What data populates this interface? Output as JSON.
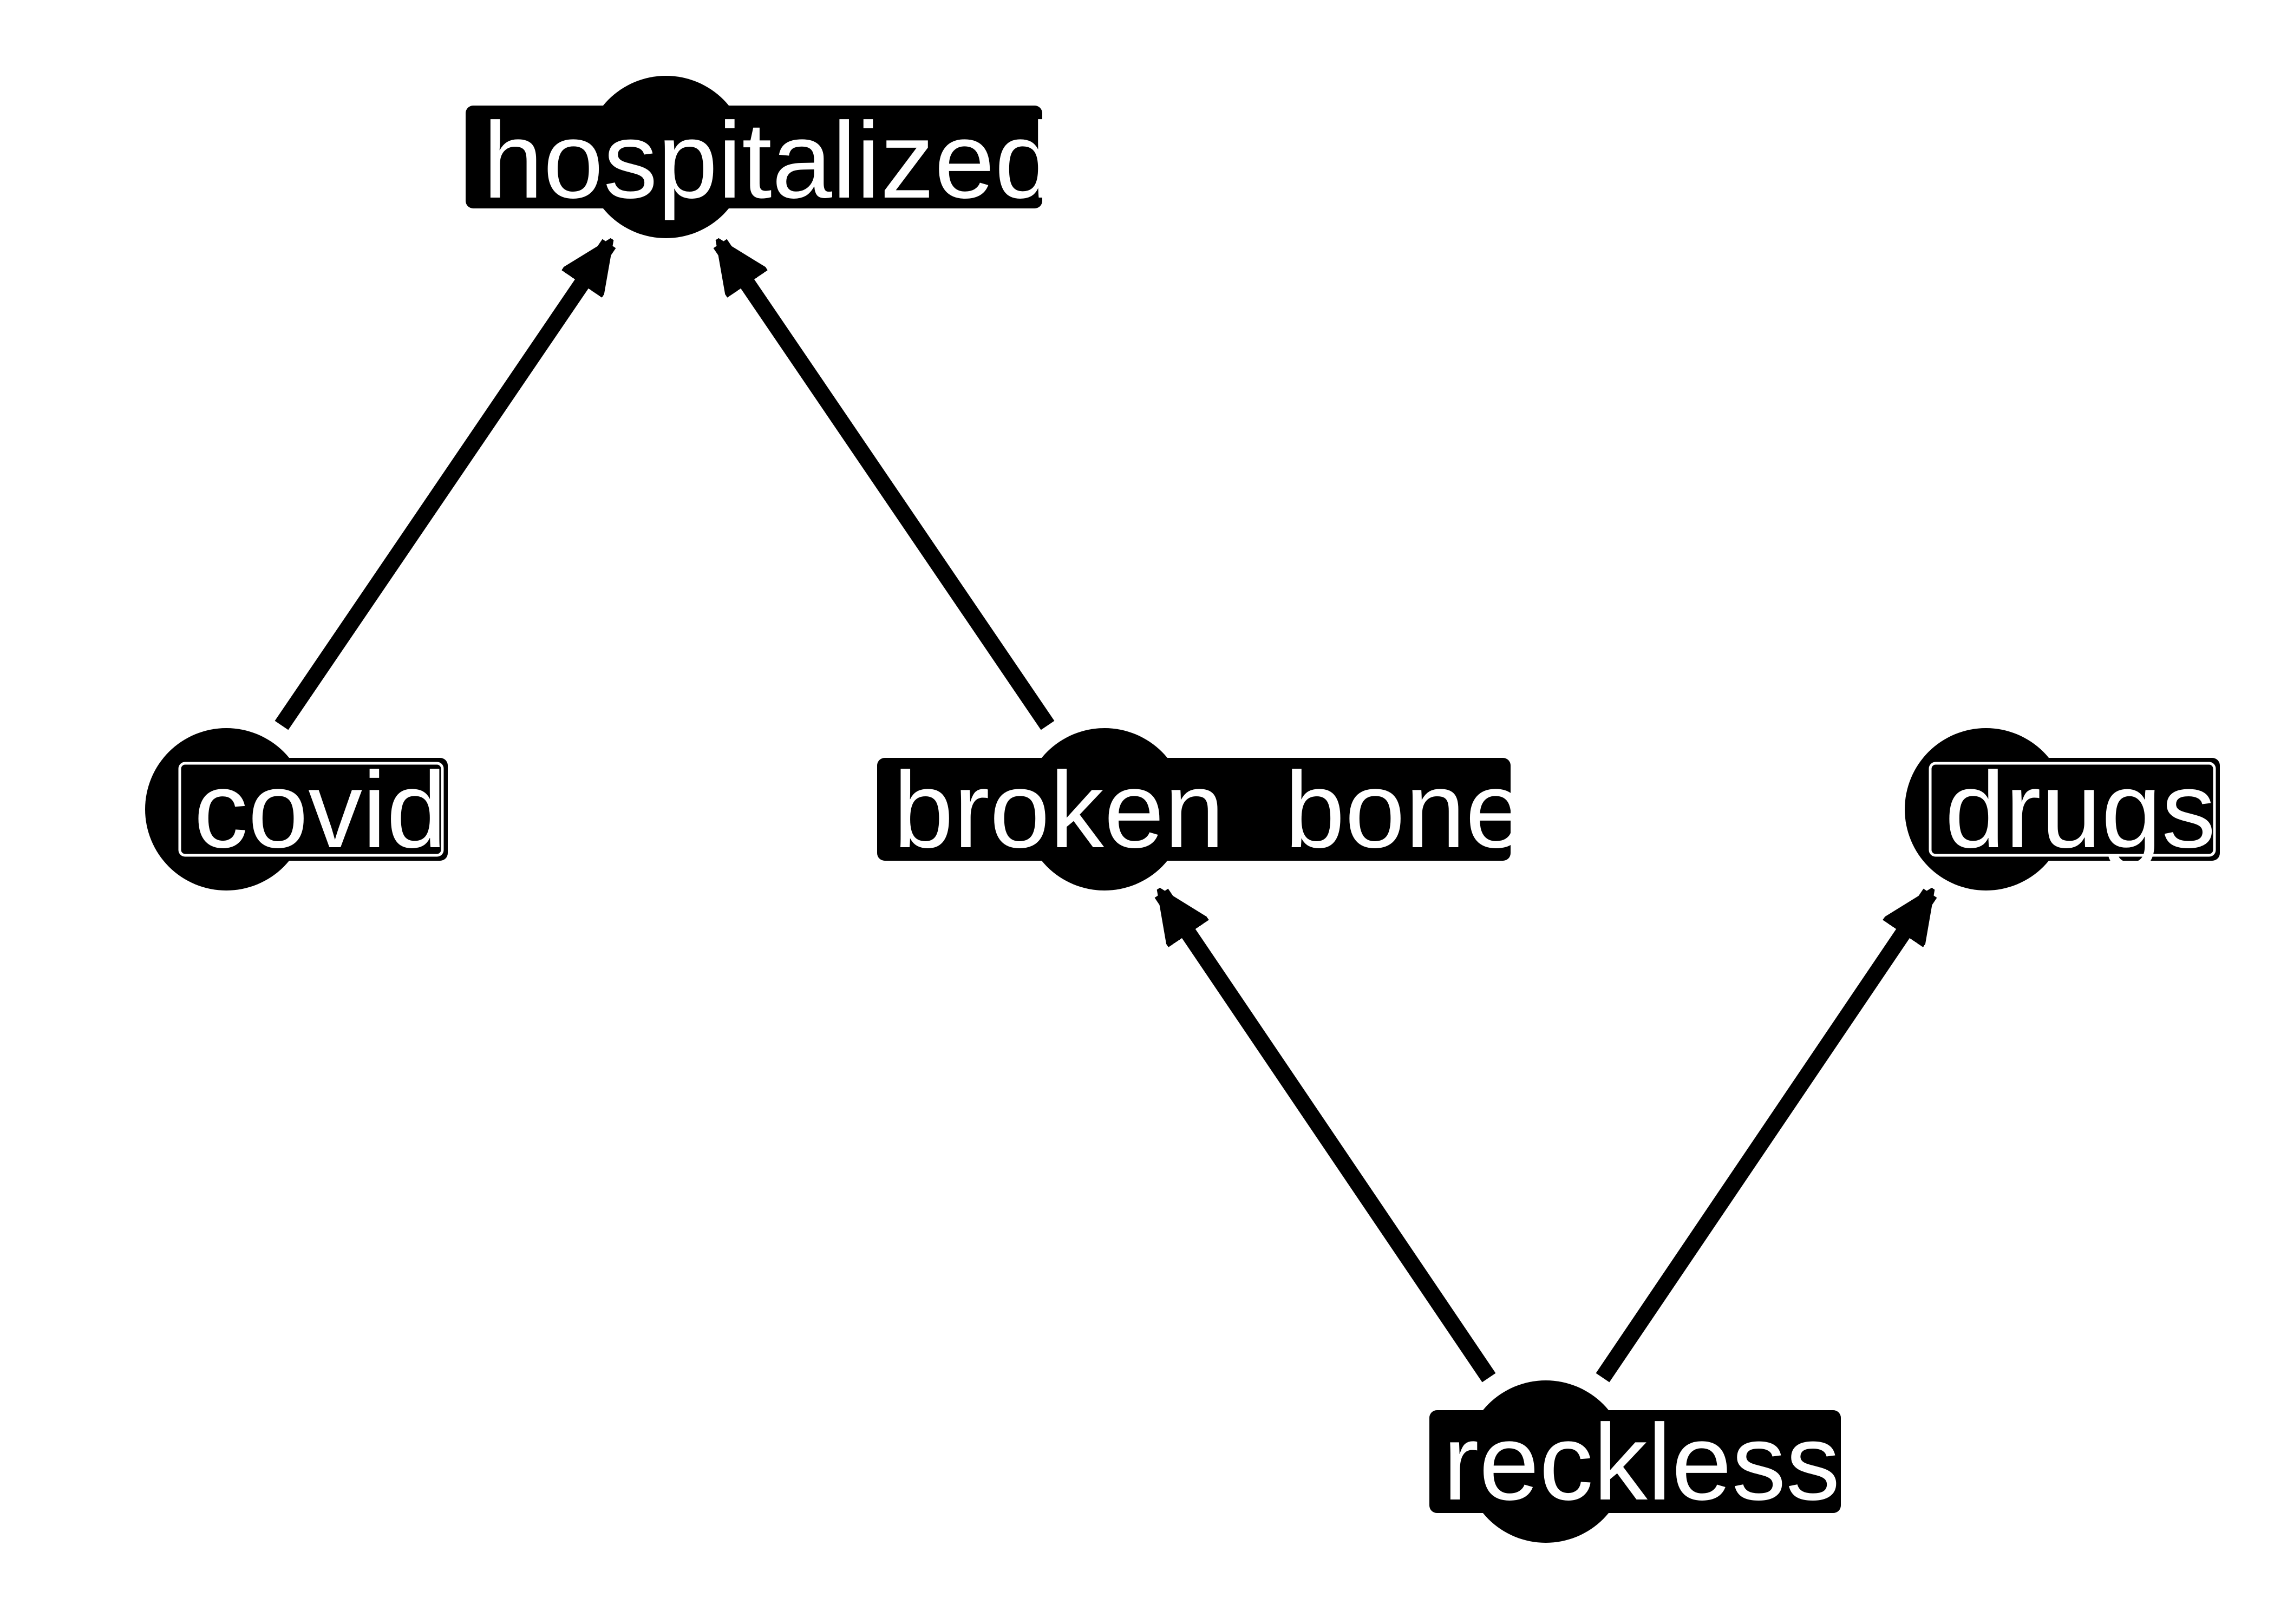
{
  "diagram": {
    "type": "directed-acyclic-graph",
    "colors": {
      "background": "#ffffff",
      "node_fill": "#000000",
      "label_text": "#ffffff",
      "edge": "#000000"
    },
    "nodes": [
      {
        "id": "hospitalized",
        "label": "hospitalized"
      },
      {
        "id": "covid",
        "label": "covid"
      },
      {
        "id": "broken_bone",
        "label": "broken_bone"
      },
      {
        "id": "drugs",
        "label": "drugs"
      },
      {
        "id": "reckless",
        "label": "reckless"
      }
    ],
    "edges": [
      {
        "from": "covid",
        "to": "hospitalized"
      },
      {
        "from": "broken_bone",
        "to": "hospitalized"
      },
      {
        "from": "reckless",
        "to": "broken_bone"
      },
      {
        "from": "reckless",
        "to": "drugs"
      }
    ]
  }
}
